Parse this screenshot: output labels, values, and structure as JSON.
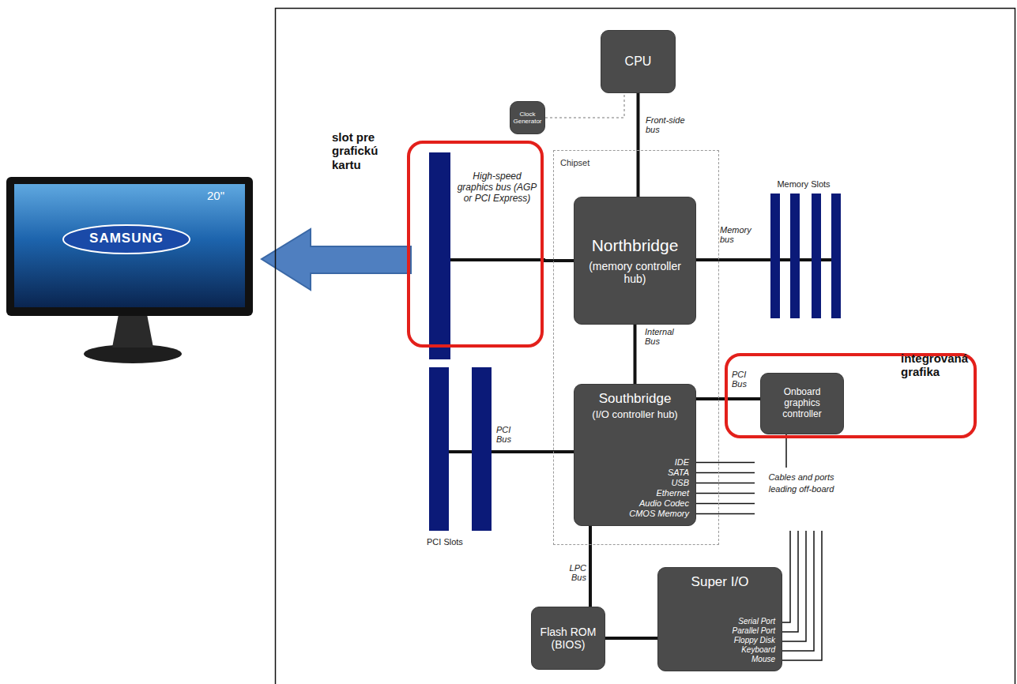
{
  "diagram": {
    "nodes": [
      {
        "text": [
          "CPU"
        ]
      },
      {
        "text": [
          "Clock Generator"
        ]
      },
      {
        "text": [
          "slot pre grafickú kartu",
          "High-speed graphics bus (AGP or PCI Express)"
        ]
      },
      {
        "text": [
          "Chipset"
        ]
      },
      {
        "text": [
          "Northbridge",
          "(memory controller hub)"
        ],
        "in": 3
      },
      {
        "text": [
          "Southbridge",
          "(I/O controller hub)",
          "IDE",
          "SATA",
          "USB",
          "Ethernet",
          "Audio Codec",
          "CMOS Memory"
        ],
        "in": 3
      },
      {
        "text": [
          "integrovaná grafika"
        ]
      },
      {
        "text": [
          "Onboard graphics controller"
        ],
        "in": 6
      },
      {
        "text": [
          "Flash ROM (BIOS)"
        ]
      },
      {
        "text": [
          "Super I/O",
          "Serial Port",
          "Parallel Port",
          "Floppy Disk",
          "Keyboard",
          "Mouse"
        ]
      }
    ],
    "edges": [
      {
        "from": 0,
        "to": 4,
        "arrow": "none",
        "label": "Front-side bus"
      },
      {
        "from": 1,
        "to": 0,
        "arrow": "none"
      },
      {
        "from": 4,
        "to": 2,
        "arrow": "none"
      },
      {
        "from": 4,
        "to": 5,
        "arrow": "none",
        "label": "Internal Bus"
      },
      {
        "from": 5,
        "to": 7,
        "arrow": "none",
        "label": "PCI Bus"
      },
      {
        "from": 5,
        "to": 8,
        "arrow": "none",
        "label": "LPC Bus"
      },
      {
        "from": 8,
        "to": 9,
        "arrow": "none"
      }
    ],
    "labels": [
      "20\"",
      "SAMSUNG",
      "Memory Slots",
      "Memory bus",
      "PCI Bus",
      "PCI Slots",
      "Cables and ports leading off-board"
    ]
  }
}
